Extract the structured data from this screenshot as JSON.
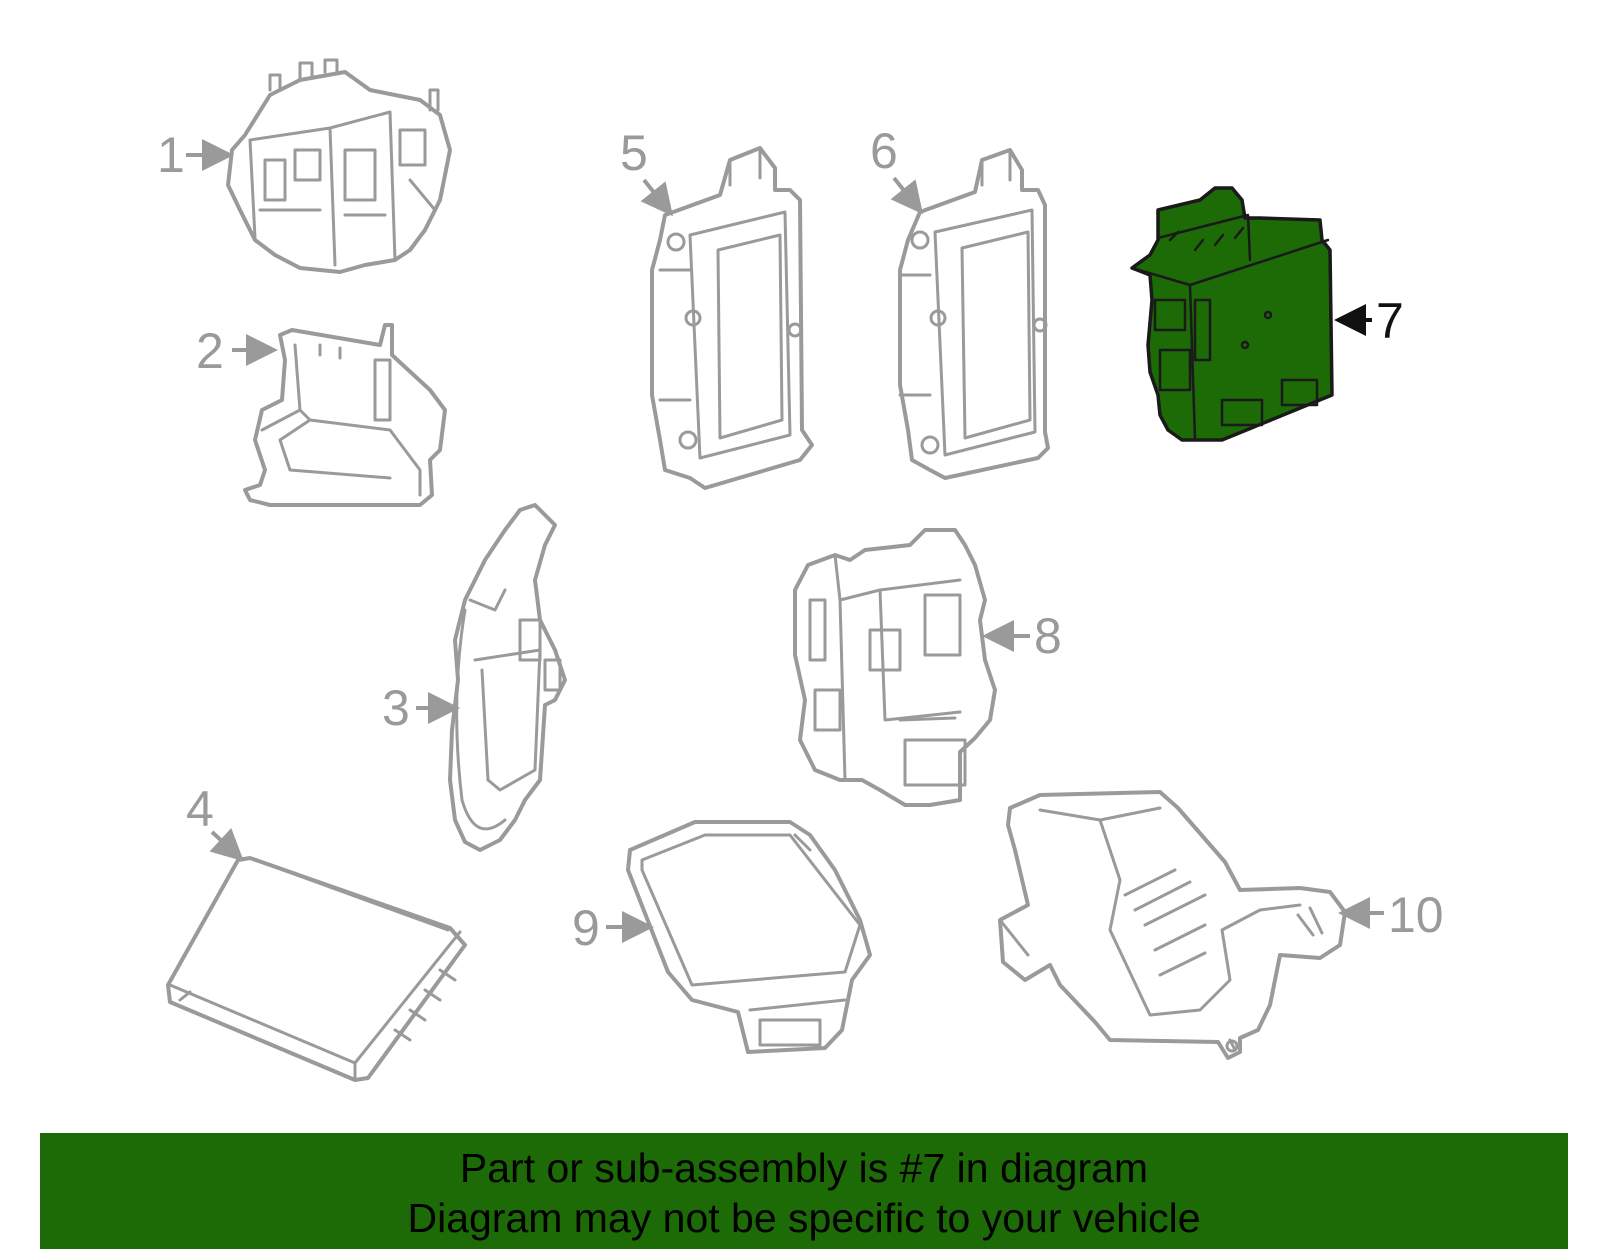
{
  "callouts": {
    "c1": "1",
    "c2": "2",
    "c3": "3",
    "c4": "4",
    "c5": "5",
    "c6": "6",
    "c7": "7",
    "c8": "8",
    "c9": "9",
    "c10": "10"
  },
  "highlighted_part": "7",
  "colors": {
    "highlight": "#1d6b06",
    "outline": "#9a9a9a",
    "banner": "#1d6b06"
  },
  "banner": {
    "line1": "Part or sub-assembly is #7 in diagram",
    "line2": "Diagram may not be specific to your vehicle"
  }
}
